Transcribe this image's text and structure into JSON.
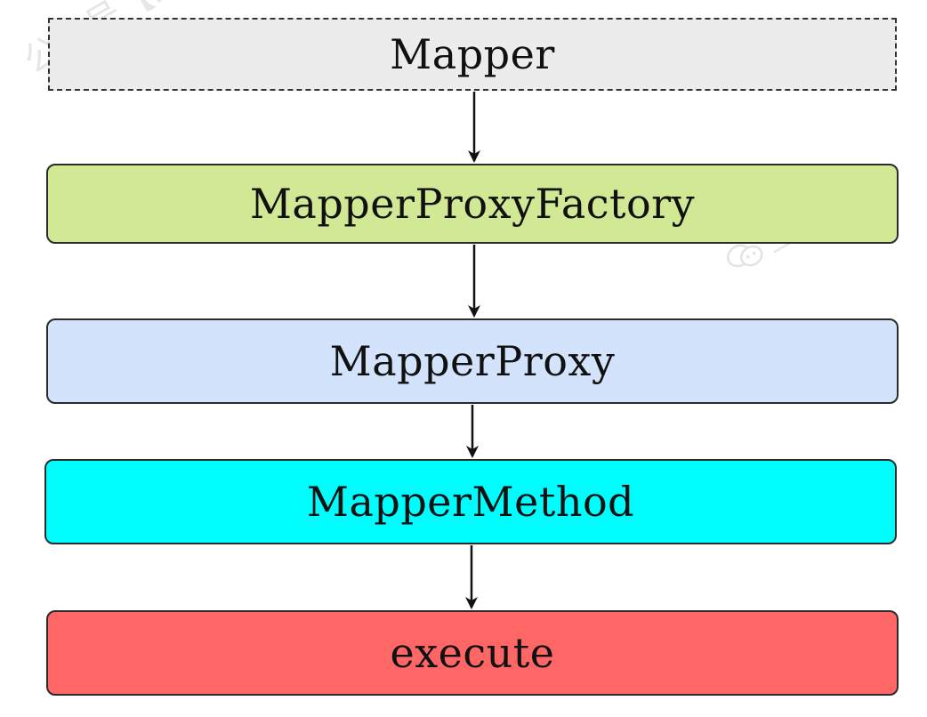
{
  "nodes": {
    "mapper": {
      "label": "Mapper",
      "fill": "#ececec",
      "border_style": "dashed"
    },
    "mapper_proxy_factory": {
      "label": "MapperProxyFactory",
      "fill": "#d1e895"
    },
    "mapper_proxy": {
      "label": "MapperProxy",
      "fill": "#d2e3fb"
    },
    "mapper_method": {
      "label": "MapperMethod",
      "fill": "#00fdfe"
    },
    "execute": {
      "label": "execute",
      "fill": "#ff6666"
    }
  },
  "edges": [
    {
      "from": "mapper",
      "to": "mapper_proxy_factory"
    },
    {
      "from": "mapper_proxy_factory",
      "to": "mapper_proxy"
    },
    {
      "from": "mapper_proxy",
      "to": "mapper_method"
    },
    {
      "from": "mapper_method",
      "to": "execute"
    }
  ],
  "watermarks": {
    "top_left": "公众号【三分恶】",
    "middle_right": "三分恶",
    "middle_right_icon": "wechat-icon"
  }
}
